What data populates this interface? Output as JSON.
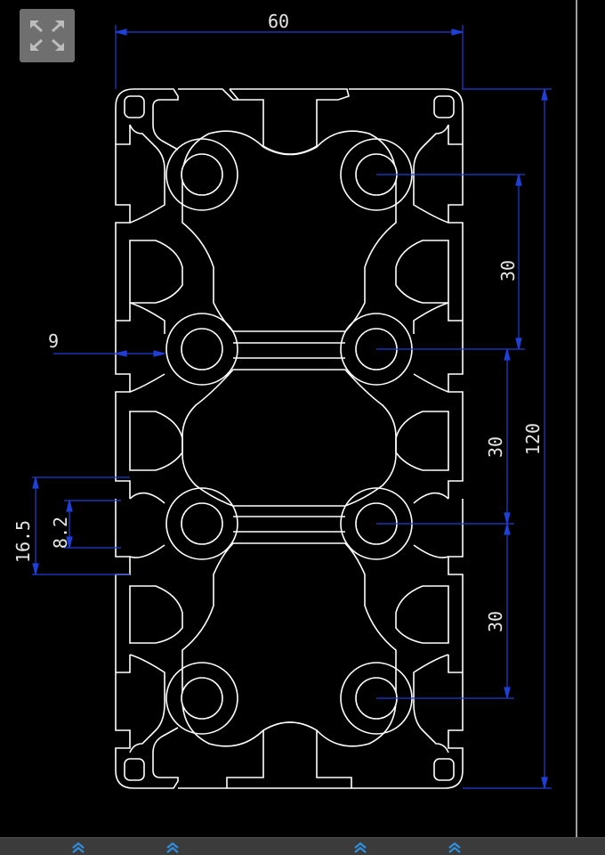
{
  "viewer": {
    "fullscreen_icon": "expand-arrows-icon",
    "nav_icon": "double-chevron-up-icon"
  },
  "colors": {
    "background": "#000000",
    "profile_outline": "#ffffff",
    "dimension_line": "#1f3fd6",
    "dimension_text": "#e6e6e6",
    "toolbar": "#3b3b3b",
    "nav_arrow": "#2f8fe0"
  },
  "dimensions": {
    "overall_width": "60",
    "overall_height": "120",
    "pitch_top": "30",
    "pitch_middle": "30",
    "pitch_bottom": "30",
    "slot_width": "9",
    "slot_outer": "16.5",
    "slot_inner": "8.2"
  },
  "bottom_nav": {
    "arrows": [
      "up",
      "up",
      "up",
      "up"
    ]
  }
}
